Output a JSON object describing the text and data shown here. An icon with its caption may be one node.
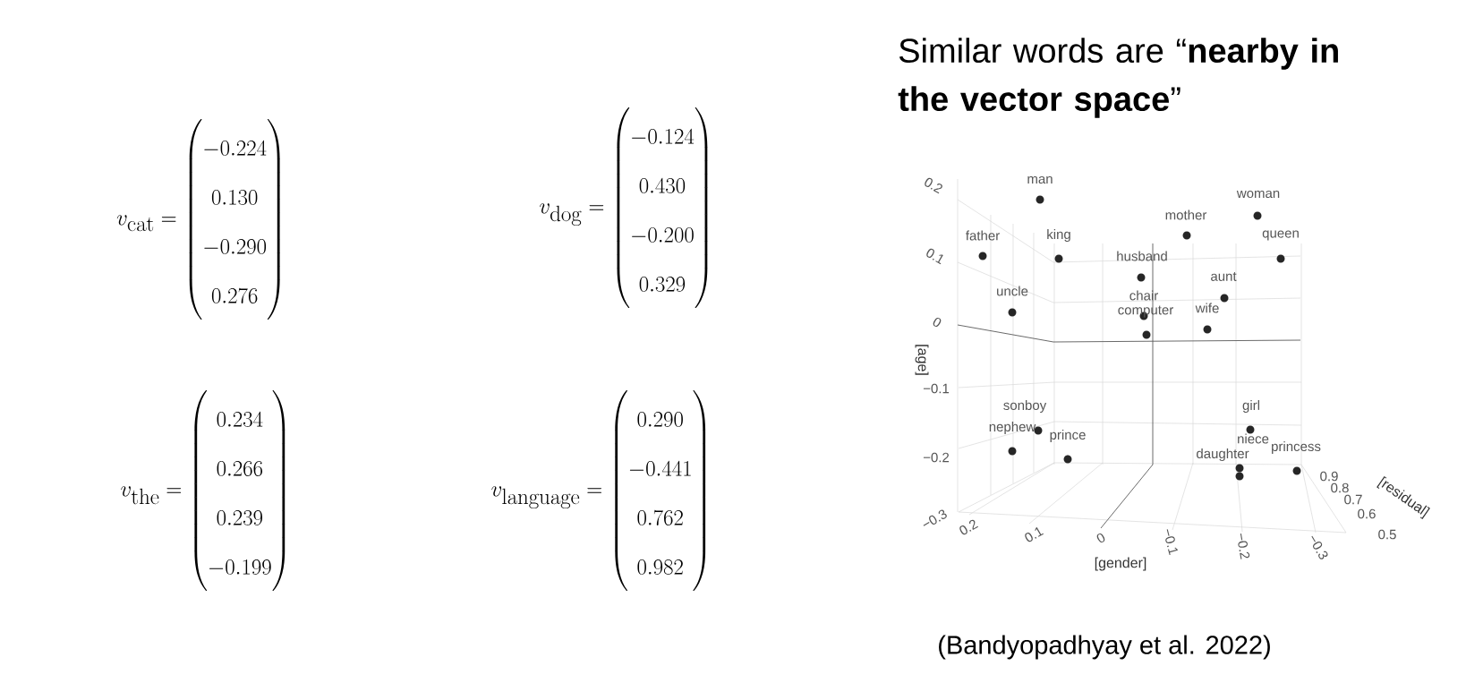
{
  "diagram": {
    "title": "Similar words are “**nearby in the vector space**”",
    "caption": "(Bandyopadhyay et al. 2022)",
    "labels": [
      "v_{\\mathrm{cat}} = \\begin{pmatrix} -0.224 \\\\ 0.130 \\\\ -0.290 \\\\ 0.276 \\end{pmatrix}",
      "v_{\\mathrm{dog}} = \\begin{pmatrix} -0.124 \\\\ 0.430 \\\\ -0.200 \\\\ 0.329 \\end{pmatrix}",
      "v_{\\mathrm{the}} = \\begin{pmatrix} 0.234 \\\\ 0.266 \\\\ 0.239 \\\\ -0.199 \\end{pmatrix}",
      "v_{\\mathrm{language}} = \\begin{pmatrix} 0.290 \\\\ -0.441 \\\\ 0.762 \\\\ 0.982 \\end{pmatrix}",
      "man",
      "0.2",
      "woman",
      "mother",
      "father",
      "king",
      "queen",
      "0.1",
      "husband",
      "aunt",
      "uncle",
      "chair",
      "computer",
      "wife",
      "0",
      "[age]",
      "−0.1",
      "sonboy",
      "girl",
      "nephew",
      "prince",
      "niece",
      "daughter",
      "princess",
      "−0.2",
      "0.9",
      "0.8",
      "0.7",
      "[residual]",
      "0.6",
      "0.5",
      "−0.3",
      "0.2",
      "0.1",
      "0",
      "−0.1",
      "−0.2",
      "−0.3",
      "[gender]"
    ]
  }
}
